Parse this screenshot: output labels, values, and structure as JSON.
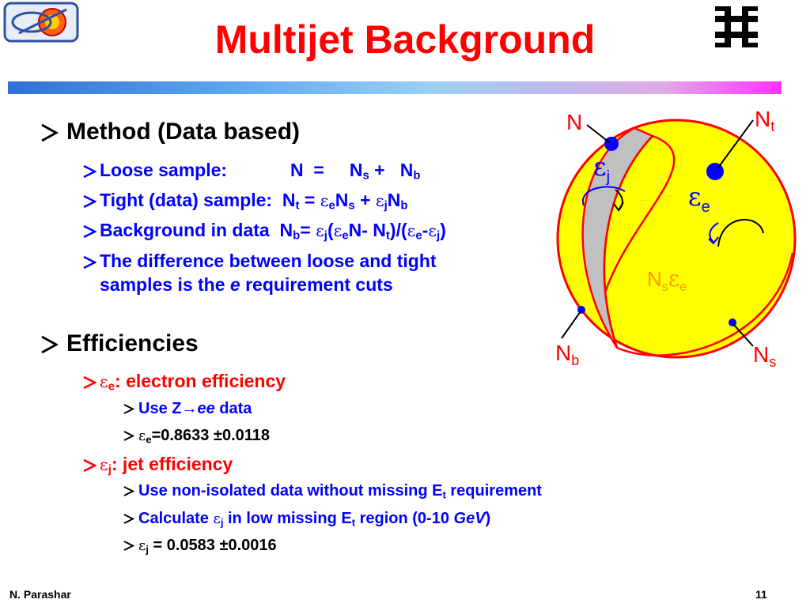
{
  "title": "Multijet Background",
  "sections": [
    {
      "heading": "Method (Data based)",
      "items": [
        {
          "label": "Loose sample:",
          "formula": "N  =     N",
          "sub_s": "s",
          "plus": " +   N",
          "sub_b": "b"
        },
        {
          "label": "Tight (data) sample:",
          "n": "N",
          "sub_t": "t",
          "eq": " = ",
          "eps": "ε",
          "sub_e": "e",
          "ns": "N",
          "sub_s": "s",
          "plus": " + ",
          "eps2": "ε",
          "sub_j": "j",
          "nb": "N",
          "sub_b": "b"
        },
        {
          "label": "Background in data",
          "n": "N",
          "sub_b": "b",
          "eq": "= ",
          "eps": "ε",
          "sub_j": "j",
          "open": "(",
          "eps2": "ε",
          "sub_e": "e",
          "mid": "N- N",
          "sub_t": "t",
          "close": ")/(",
          "eps3": "ε",
          "sub_e2": "e",
          "minus": "-",
          "eps4": "ε",
          "sub_j2": "j",
          "end": ")"
        },
        {
          "line1": "The difference between loose and tight",
          "line2a": "samples is the ",
          "line2b": "e",
          "line2c": " requirement cuts"
        }
      ]
    },
    {
      "heading": "Efficiencies",
      "items": [
        {
          "eps": "ε",
          "sub": "e",
          "text": ": electron efficiency",
          "subitems": [
            {
              "a": "Use Z",
              "arrow": "→",
              "b": "ee",
              "c": " data"
            },
            {
              "eps": "ε",
              "sub": "e",
              "text": "=0.8633 ±0.0118"
            }
          ]
        },
        {
          "eps": "ε",
          "sub": "j",
          "text": ": jet efficiency",
          "subitems": [
            {
              "a": "Use non-isolated data without missing E",
              "sub": "t",
              "c": " requirement"
            },
            {
              "a": "Calculate ",
              "eps": "ε",
              "sub_j": "j",
              "b": " in low missing E",
              "sub_t": "t",
              "c": " region (0-10 ",
              "gev": "GeV",
              "d": ")"
            },
            {
              "eps": "ε",
              "sub": "j",
              "text": " = 0.0583 ±0.0016"
            }
          ]
        }
      ]
    }
  ],
  "diagram": {
    "labels": {
      "n": "N",
      "nt": "N",
      "nt_sub": "t",
      "nb": "N",
      "nb_sub": "b",
      "ns": "N",
      "ns_sub": "s",
      "eps_j": "ε",
      "eps_j_sub": "j",
      "eps_e": "ε",
      "eps_e_sub": "e",
      "nse": "N",
      "nse_sub": "s",
      "nse_eps": "ε",
      "nse_eps_sub": "e"
    }
  },
  "footer": {
    "author": "N. Parashar",
    "page": "11"
  },
  "colors": {
    "title": "#ff0000",
    "text": "#000000",
    "bullets": "#0000ff",
    "yellow": "#ffff00",
    "gray": "#c0c0c0",
    "dot": "#0000ff"
  }
}
